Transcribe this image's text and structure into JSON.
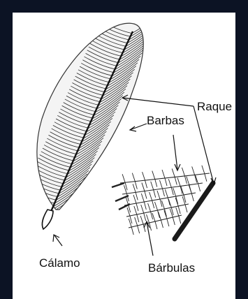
{
  "diagram": {
    "labels": {
      "raque": "Raque",
      "barbas": "Barbas",
      "calamo": "Cálamo",
      "barbulas": "Bárbulas"
    }
  }
}
